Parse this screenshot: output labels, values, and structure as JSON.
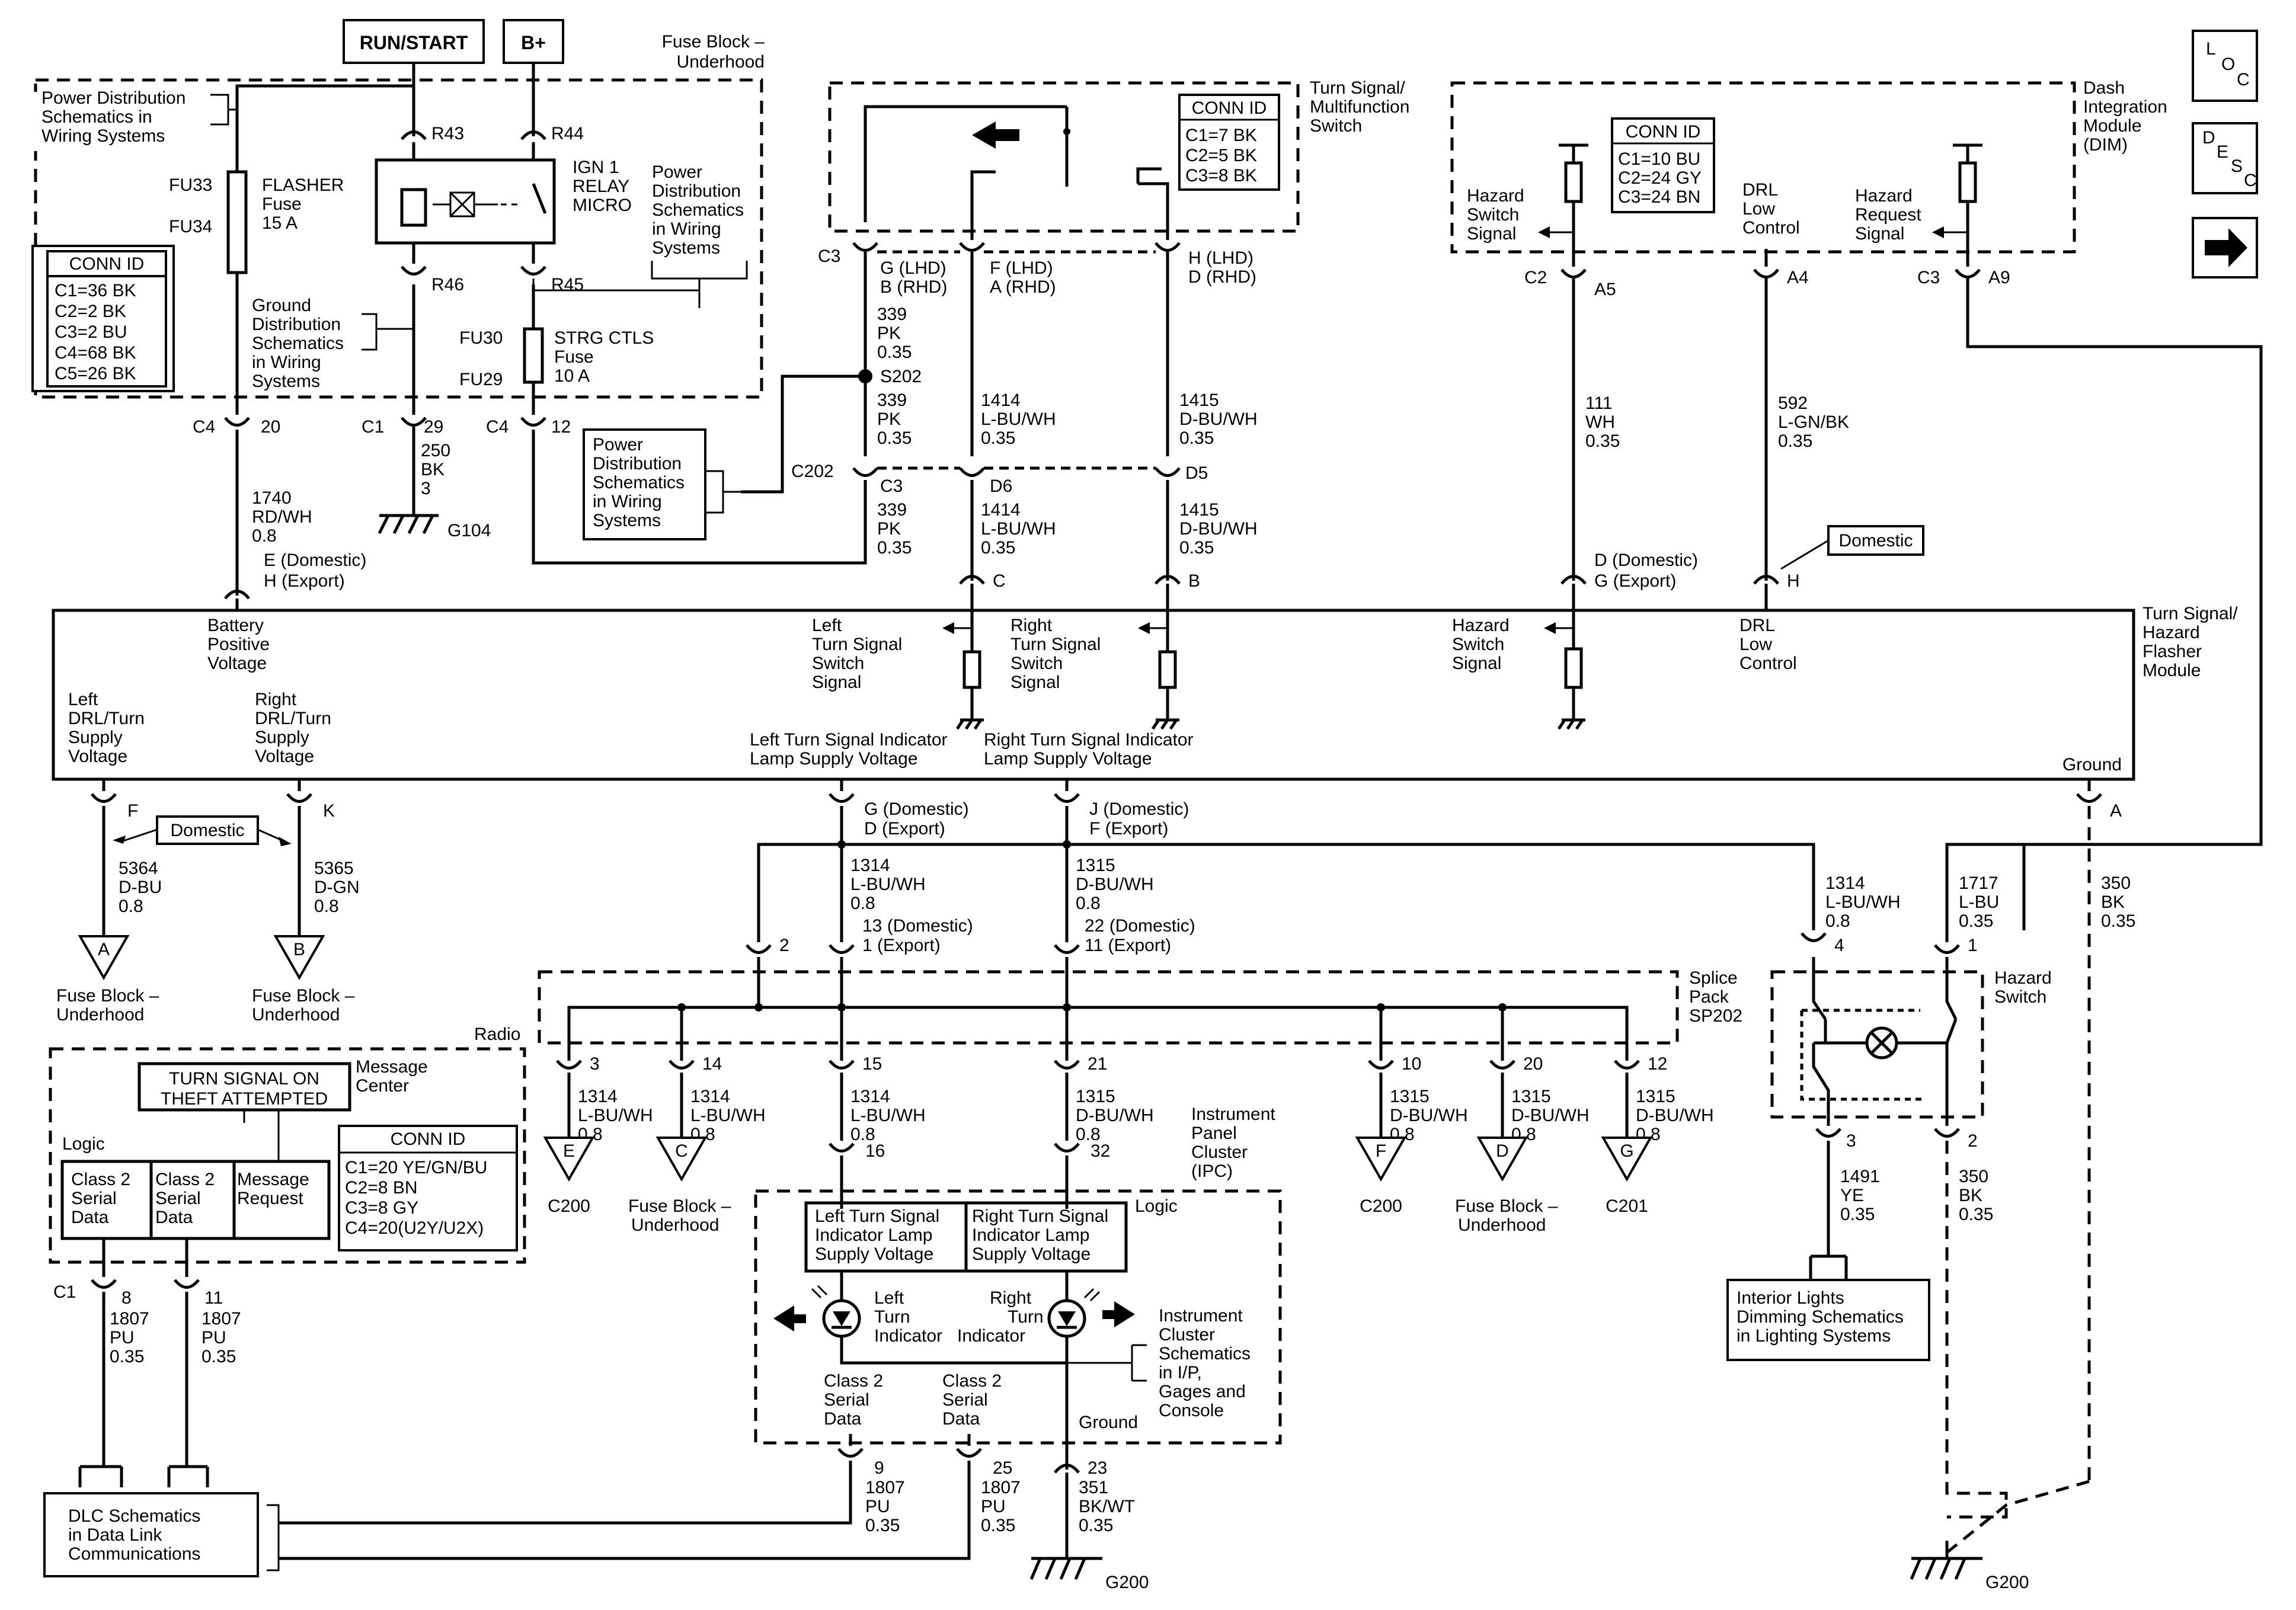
{
  "header": {
    "run_start": "RUN/START",
    "bplus": "B+",
    "fuse_block_title": [
      "Fuse Block –",
      "Underhood"
    ],
    "turn_signal_switch": [
      "Turn Signal/",
      "Multifunction",
      "Switch"
    ],
    "dim_title": [
      "Dash",
      "Integration",
      "Module",
      "(DIM)"
    ],
    "loc_letters": [
      "L",
      "O",
      "C"
    ],
    "desc_letters": [
      "D",
      "E",
      "S",
      "C"
    ]
  },
  "fuse_block": {
    "pwr_dist": [
      "Power Distribution",
      "Schematics in",
      "Wiring Systems"
    ],
    "r43": "R43",
    "r44": "R44",
    "r45": "R45",
    "r46": "R46",
    "fu33": "FU33",
    "fu34": "FU34",
    "fu30": "FU30",
    "fu29": "FU29",
    "flasher": [
      "FLASHER",
      "Fuse",
      "15 A"
    ],
    "relay": [
      "IGN 1",
      "RELAY",
      "MICRO"
    ],
    "pwr_dist2": [
      "Power",
      "Distribution",
      "Schematics",
      "in Wiring",
      "Systems"
    ],
    "ground_dist": [
      "Ground",
      "Distribution",
      "Schematics",
      "in Wiring",
      "Systems"
    ],
    "strg": [
      "STRG CTLS",
      "Fuse",
      "10 A"
    ],
    "conn_title": "CONN ID",
    "conn": [
      "C1=36 BK",
      "C2=2 BK",
      "C3=2 BU",
      "C4=68 BK",
      "C5=26 BK"
    ],
    "pins": [
      "C4",
      "20",
      "C1",
      "29",
      "C4",
      "12"
    ],
    "wire_250": [
      "250",
      "BK",
      "3"
    ],
    "g104": "G104",
    "wire_1740": [
      "1740",
      "RD/WH",
      "0.8"
    ]
  },
  "switch": {
    "conn_title": "CONN ID",
    "conn": [
      "C1=7 BK",
      "C2=5 BK",
      "C3=8 BK"
    ],
    "pin_c3": "C3",
    "pin_g": [
      "G (LHD)",
      "B (RHD)"
    ],
    "pin_f": [
      "F (LHD)",
      "A (RHD)"
    ],
    "pin_h": [
      "H (LHD)",
      "D (RHD)"
    ],
    "wire_339a": [
      "339",
      "PK",
      "0.35"
    ],
    "s202": "S202",
    "wire_339b": [
      "339",
      "PK",
      "0.35"
    ],
    "wire_1414a": [
      "1414",
      "L-BU/WH",
      "0.35"
    ],
    "wire_1415a": [
      "1415",
      "D-BU/WH",
      "0.35"
    ],
    "c202": "C202",
    "c3b": "C3",
    "d6": "D6",
    "d5": "D5",
    "wire_339c": [
      "339",
      "PK",
      "0.35"
    ],
    "wire_1414b": [
      "1414",
      "L-BU/WH",
      "0.35"
    ],
    "wire_1415b": [
      "1415",
      "D-BU/WH",
      "0.35"
    ],
    "pwr_dist": [
      "Power",
      "Distribution",
      "Schematics",
      "in Wiring",
      "Systems"
    ],
    "pin_c": "C",
    "pin_b": "B"
  },
  "dim": {
    "conn_title": "CONN ID",
    "conn": [
      "C1=10 BU",
      "C2=24 GY",
      "C3=24 BN"
    ],
    "hazard_switch": [
      "Hazard",
      "Switch",
      "Signal"
    ],
    "drl": [
      "DRL",
      "Low",
      "Control"
    ],
    "hazard_request": [
      "Hazard",
      "Request",
      "Signal"
    ],
    "pins": [
      "C2",
      "A5",
      "A4",
      "C3",
      "A9"
    ],
    "wire_111": [
      "111",
      "WH",
      "0.35"
    ],
    "wire_592": [
      "592",
      "L-GN/BK",
      "0.35"
    ],
    "pin_d": [
      "D (Domestic)",
      "G (Export)"
    ],
    "domestic": "Domestic",
    "pin_h": "H"
  },
  "module": {
    "title": [
      "Turn Signal/",
      "Hazard",
      "Flasher",
      "Module"
    ],
    "pin_e": [
      "E (Domestic)",
      "H (Export)"
    ],
    "battery": [
      "Battery",
      "Positive",
      "Voltage"
    ],
    "left_drl": [
      "Left",
      "DRL/Turn",
      "Supply",
      "Voltage"
    ],
    "right_drl": [
      "Right",
      "DRL/Turn",
      "Supply",
      "Voltage"
    ],
    "left_ts": [
      "Left",
      "Turn Signal",
      "Switch",
      "Signal"
    ],
    "right_ts": [
      "Right",
      "Turn Signal",
      "Switch",
      "Signal"
    ],
    "hazard": [
      "Hazard",
      "Switch",
      "Signal"
    ],
    "drl": [
      "DRL",
      "Low",
      "Control"
    ],
    "left_lamp": [
      "Left Turn Signal Indicator",
      "Lamp Supply Voltage"
    ],
    "right_lamp": [
      "Right Turn Signal Indicator",
      "Lamp Supply Voltage"
    ],
    "ground": "Ground"
  },
  "lower": {
    "pin_f": "F",
    "pin_k": "K",
    "domestic": "Domestic",
    "wire_5364": [
      "5364",
      "D-BU",
      "0.8"
    ],
    "wire_5365": [
      "5365",
      "D-GN",
      "0.8"
    ],
    "tri_a": "A",
    "tri_b": "B",
    "fb_a": [
      "Fuse Block –",
      "Underhood"
    ],
    "fb_b": [
      "Fuse Block –",
      "Underhood"
    ],
    "pin_g": [
      "G (Domestic)",
      "D (Export)"
    ],
    "pin_j": [
      "J (Domestic)",
      "F (Export)"
    ],
    "pin_a": "A",
    "wire_1314a": [
      "1314",
      "L-BU/WH",
      "0.8"
    ],
    "wire_1315a": [
      "1315",
      "D-BU/WH",
      "0.8"
    ],
    "pin13": [
      "13 (Domestic)",
      "1 (Export)"
    ],
    "pin22": [
      "22 (Domestic)",
      "11 (Export)"
    ],
    "pin2": "2",
    "wire_1314r": [
      "1314",
      "L-BU/WH",
      "0.8"
    ],
    "wire_1717": [
      "1717",
      "L-BU",
      "0.35"
    ],
    "wire_350a": [
      "350",
      "BK",
      "0.35"
    ],
    "pin4": "4",
    "pin1": "1",
    "splice": [
      "Splice",
      "Pack",
      "SP202"
    ],
    "hazard_switch": [
      "Hazard",
      "Switch"
    ],
    "radio": "Radio",
    "splice_pins": [
      "3",
      "14",
      "15",
      "21",
      "10",
      "20",
      "12"
    ],
    "splice_wires": [
      [
        "1314",
        "L-BU/WH",
        "0.8"
      ],
      [
        "1314",
        "L-BU/WH",
        "0.8"
      ],
      [
        "1314",
        "L-BU/WH",
        "0.8"
      ],
      [
        "1315",
        "D-BU/WH",
        "0.8"
      ],
      [
        "1315",
        "D-BU/WH",
        "0.8"
      ],
      [
        "1315",
        "D-BU/WH",
        "0.8"
      ],
      [
        "1315",
        "D-BU/WH",
        "0.8"
      ]
    ],
    "tri_e": "E",
    "tri_c": "C",
    "tri_f": "F",
    "tri_d": "D",
    "tri_g": "G",
    "c200": "C200",
    "fb_c": [
      "Fuse Block –",
      "Underhood"
    ],
    "c200b": "C200",
    "fb_d": [
      "Fuse Block –",
      "Underhood"
    ],
    "c201": "C201",
    "pin16": "16",
    "pin32": "32",
    "ipc": [
      "Instrument",
      "Panel",
      "Cluster",
      "(IPC)"
    ],
    "logic": "Logic",
    "ipc_left": [
      "Left Turn Signal",
      "Indicator Lamp",
      "Supply Voltage"
    ],
    "ipc_right": [
      "Right Turn Signal",
      "Indicator Lamp",
      "Supply Voltage"
    ],
    "left_ind": [
      "Left",
      "Turn",
      "Indicator"
    ],
    "right_ind": [
      "Right",
      "Turn",
      "Indicator"
    ],
    "ic_schem": [
      "Instrument",
      "Cluster",
      "Schematics",
      "in I/P,",
      "Gages and",
      "Console"
    ],
    "class2a": [
      "Class 2",
      "Serial",
      "Data"
    ],
    "class2b": [
      "Class 2",
      "Serial",
      "Data"
    ],
    "ground": "Ground",
    "pin9": "9",
    "pin25": "25",
    "pin23": "23",
    "wire_1807a": [
      "1807",
      "PU",
      "0.35"
    ],
    "wire_1807b": [
      "1807",
      "PU",
      "0.35"
    ],
    "wire_351": [
      "351",
      "BK/WT",
      "0.35"
    ],
    "g200a": "G200",
    "pin3": "3",
    "pin2b": "2",
    "wire_1491": [
      "1491",
      "YE",
      "0.35"
    ],
    "wire_350b": [
      "350",
      "BK",
      "0.35"
    ],
    "interior": [
      "Interior Lights",
      "Dimming Schematics",
      "in Lighting Systems"
    ],
    "g200b": "G200"
  },
  "message_center": {
    "title": [
      "Message",
      "Center"
    ],
    "msg1": "TURN SIGNAL ON",
    "msg2": "THEFT ATTEMPTED",
    "logic": "Logic",
    "conn_title": "CONN ID",
    "conn": [
      "C1=20 YE/GN/BU",
      "C2=8 BN",
      "C3=8 GY",
      "C4=20(U2Y/U2X)"
    ],
    "class2a": [
      "Class 2",
      "Serial",
      "Data"
    ],
    "class2b": [
      "Class 2",
      "Serial",
      "Data"
    ],
    "msg_req": [
      "Message",
      "Request"
    ],
    "c1": "C1",
    "pin8": "8",
    "pin11": "11",
    "wire_1807a": [
      "1807",
      "PU",
      "0.35"
    ],
    "wire_1807b": [
      "1807",
      "PU",
      "0.35"
    ],
    "dlc": [
      "DLC Schematics",
      "in Data Link",
      "Communications"
    ]
  }
}
